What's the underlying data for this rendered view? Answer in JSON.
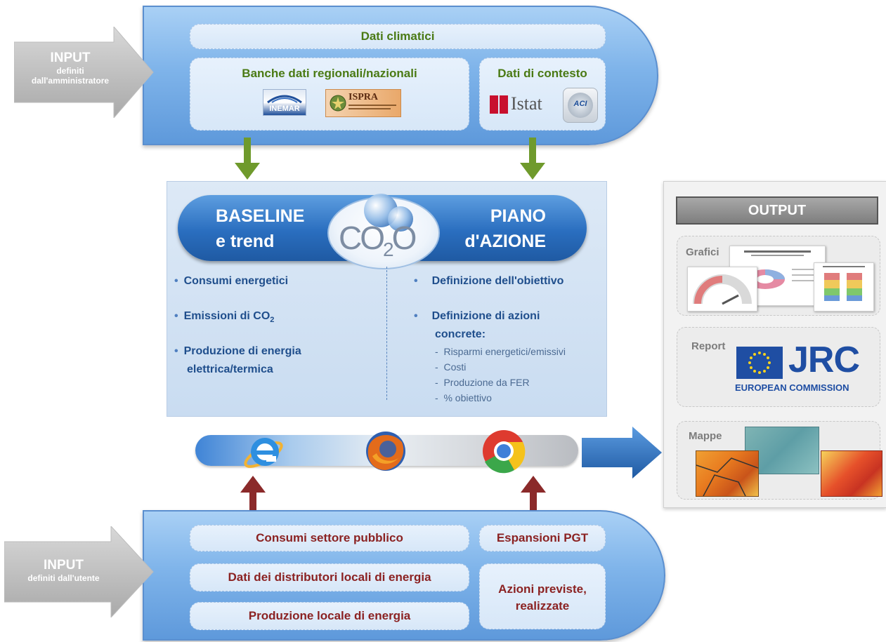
{
  "input_admin": {
    "title": "INPUT",
    "subtitle_line1": "definiti",
    "subtitle_line2": "dall'amministratore"
  },
  "input_user": {
    "title": "INPUT",
    "subtitle": "definiti dall'utente"
  },
  "top": {
    "climate": "Dati climatici",
    "regional": "Banche dati regionali/nazionali",
    "context": "Dati di contesto",
    "logos": {
      "inemar": "INEMAR",
      "ispra": "ISPRA",
      "istat": "Istat",
      "aci": "ACI"
    }
  },
  "center": {
    "left_header_line1": "BASELINE",
    "left_header_line2": "e trend",
    "right_header_line1": "PIANO",
    "right_header_line2": "d'AZIONE",
    "co2_main": "CO",
    "co2_sub": "2",
    "co2_trail": "O",
    "left_items": {
      "consumi": "Consumi energetici",
      "emissioni_prefix": "Emissioni di CO",
      "emissioni_sub": "2",
      "produzione_line1": "Produzione di energia",
      "produzione_line2": "elettrica/termica"
    },
    "right_items": {
      "obiettivo": "Definizione dell'obiettivo",
      "azioni_line1": "Definizione di azioni",
      "azioni_line2": "concrete:",
      "sub": [
        "Risparmi energetici/emissivi",
        "Costi",
        "Produzione da FER",
        "% obiettivo"
      ]
    }
  },
  "browsers": {
    "ie": "internet-explorer",
    "firefox": "firefox",
    "chrome": "chrome"
  },
  "output": {
    "title": "OUTPUT",
    "grafici": "Grafici",
    "report": "Report",
    "jrc": "JRC",
    "european_commission": "EUROPEAN COMMISSION",
    "mappe": "Mappe"
  },
  "bottom": {
    "consumi": "Consumi settore pubblico",
    "espansioni": "Espansioni PGT",
    "distributori": "Dati dei distributori locali di energia",
    "azioni_line1": "Azioni previste,",
    "azioni_line2": "realizzate",
    "produzione": "Produzione locale di energia"
  },
  "colors": {
    "blue_capsule": "#7fb4ea",
    "green_arrow": "#6f9a2c",
    "red_arrow": "#8b2a2a",
    "header_blue": "#2a6ebf",
    "output_arrow": "#2f72c4"
  }
}
